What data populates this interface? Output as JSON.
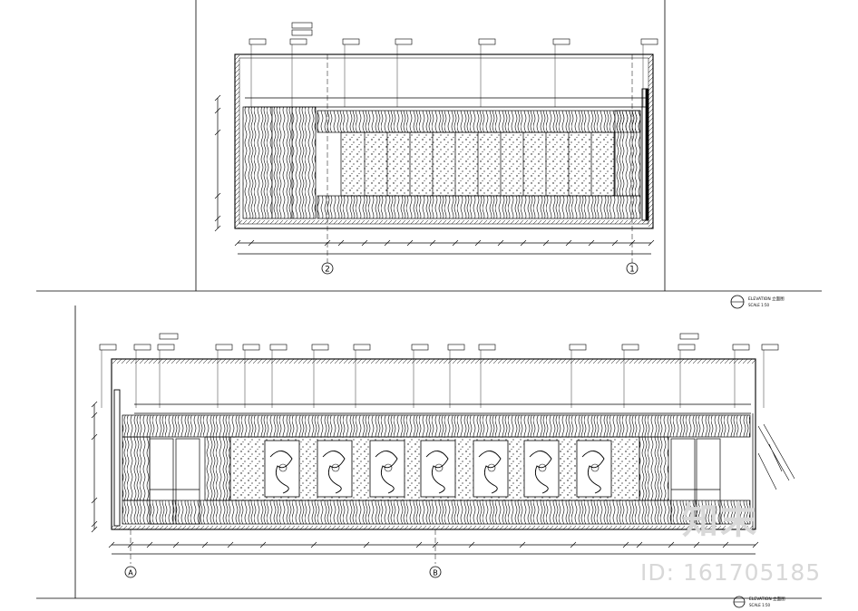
{
  "watermark": {
    "logo": "知末",
    "id_text": "ID: 161705185"
  },
  "upper_elevation": {
    "axis_labels": [
      "2",
      "1"
    ],
    "title_block": {
      "line1": "ELEVATION 立面图",
      "line2": "SCALE 1:50"
    }
  },
  "lower_elevation": {
    "axis_labels": [
      "A",
      "B"
    ],
    "title_block": {
      "line1": "ELEVATION 立面图",
      "line2": "SCALE 1:50"
    }
  },
  "colors": {
    "line": "#000000",
    "watermark": "#d8d8d8",
    "background": "#ffffff"
  }
}
